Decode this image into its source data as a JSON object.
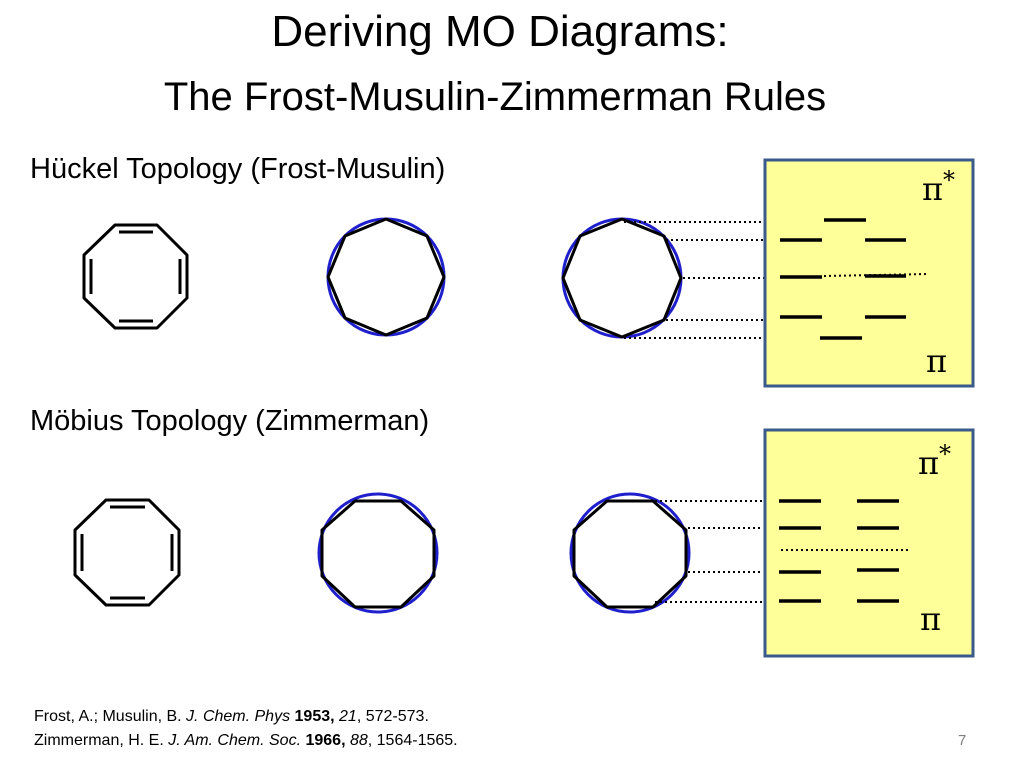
{
  "slide": {
    "title_line1": "Deriving MO Diagrams:",
    "title_line2": "The Frost-Musulin-Zimmerman Rules",
    "page_number": "7"
  },
  "huckel": {
    "heading": "Hückel Topology (Frost-Musulin)",
    "pi_star_label": "π",
    "pi_star_sup": "*",
    "pi_label": "π"
  },
  "mobius": {
    "heading": "Möbius Topology (Zimmerman)",
    "pi_star_label": "π",
    "pi_star_sup": "*",
    "pi_label": "π"
  },
  "references": [
    {
      "authors": "Frost, A.; Musulin, B. ",
      "journal": "J. Chem. Phys",
      "year": "1953,",
      "volume": "21",
      "pages": ", 572-573."
    },
    {
      "authors": "Zimmerman, H. E. ",
      "journal": "J. Am. Chem. Soc.",
      "year": "1966,",
      "volume": "88",
      "pages": ", 1564-1565."
    }
  ],
  "colors": {
    "mo_box_fill": "#ffff99",
    "mo_box_border": "#3a5a8c",
    "circle_stroke": "#1f1fcc",
    "line": "#000000"
  }
}
